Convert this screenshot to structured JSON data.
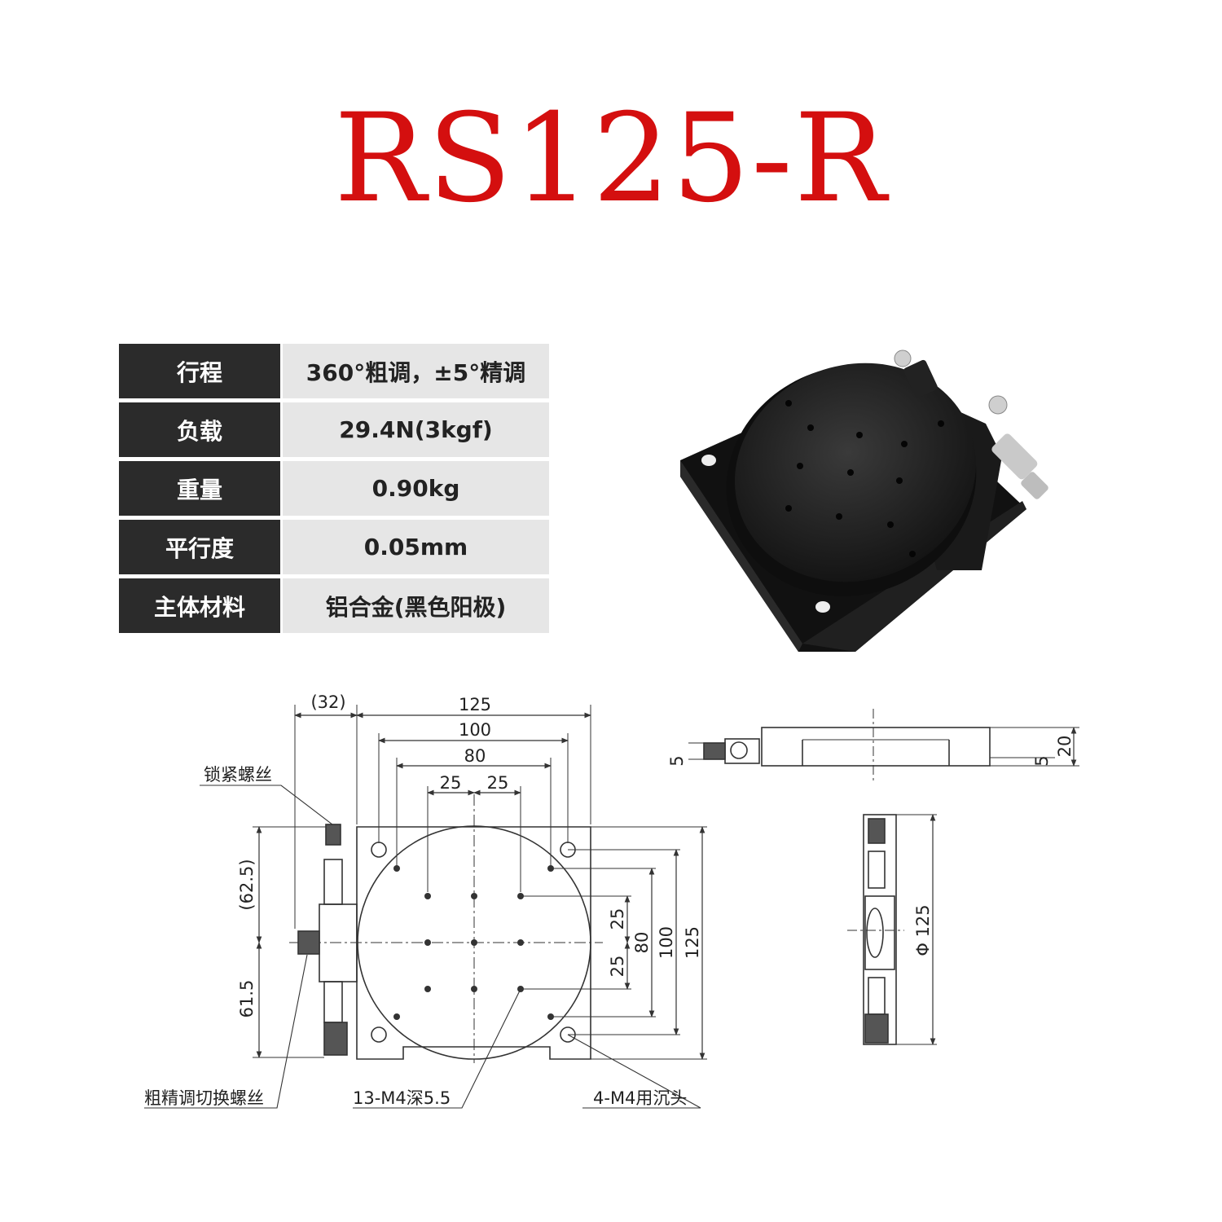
{
  "title": "RS125-R",
  "specs": [
    {
      "label": "行程",
      "value": "360°粗调，±5°精调"
    },
    {
      "label": "负载",
      "value": "29.4N(3kgf)"
    },
    {
      "label": "重量",
      "value": "0.90kg"
    },
    {
      "label": "平行度",
      "value": "0.05mm"
    },
    {
      "label": "主体材料",
      "value": "铝合金(黑色阳极)"
    }
  ],
  "drawing": {
    "dims_top": [
      "(32)",
      "125",
      "100",
      "80",
      "25",
      "25"
    ],
    "dims_left": [
      "(62.5)",
      "61.5"
    ],
    "dims_right": [
      "25",
      "25",
      "80",
      "100",
      "125"
    ],
    "side_dims": [
      "5",
      "5",
      "20"
    ],
    "diameter": "Φ 125",
    "callout_lock": "锁紧螺丝",
    "callout_switch": "粗精调切换螺丝",
    "callout_holes": "13-M4深5.5",
    "callout_counterbore": "4-M4用沉头"
  },
  "colors": {
    "title": "#d40f0f",
    "label_bg": "#2b2b2b",
    "value_bg": "#e6e6e6"
  }
}
